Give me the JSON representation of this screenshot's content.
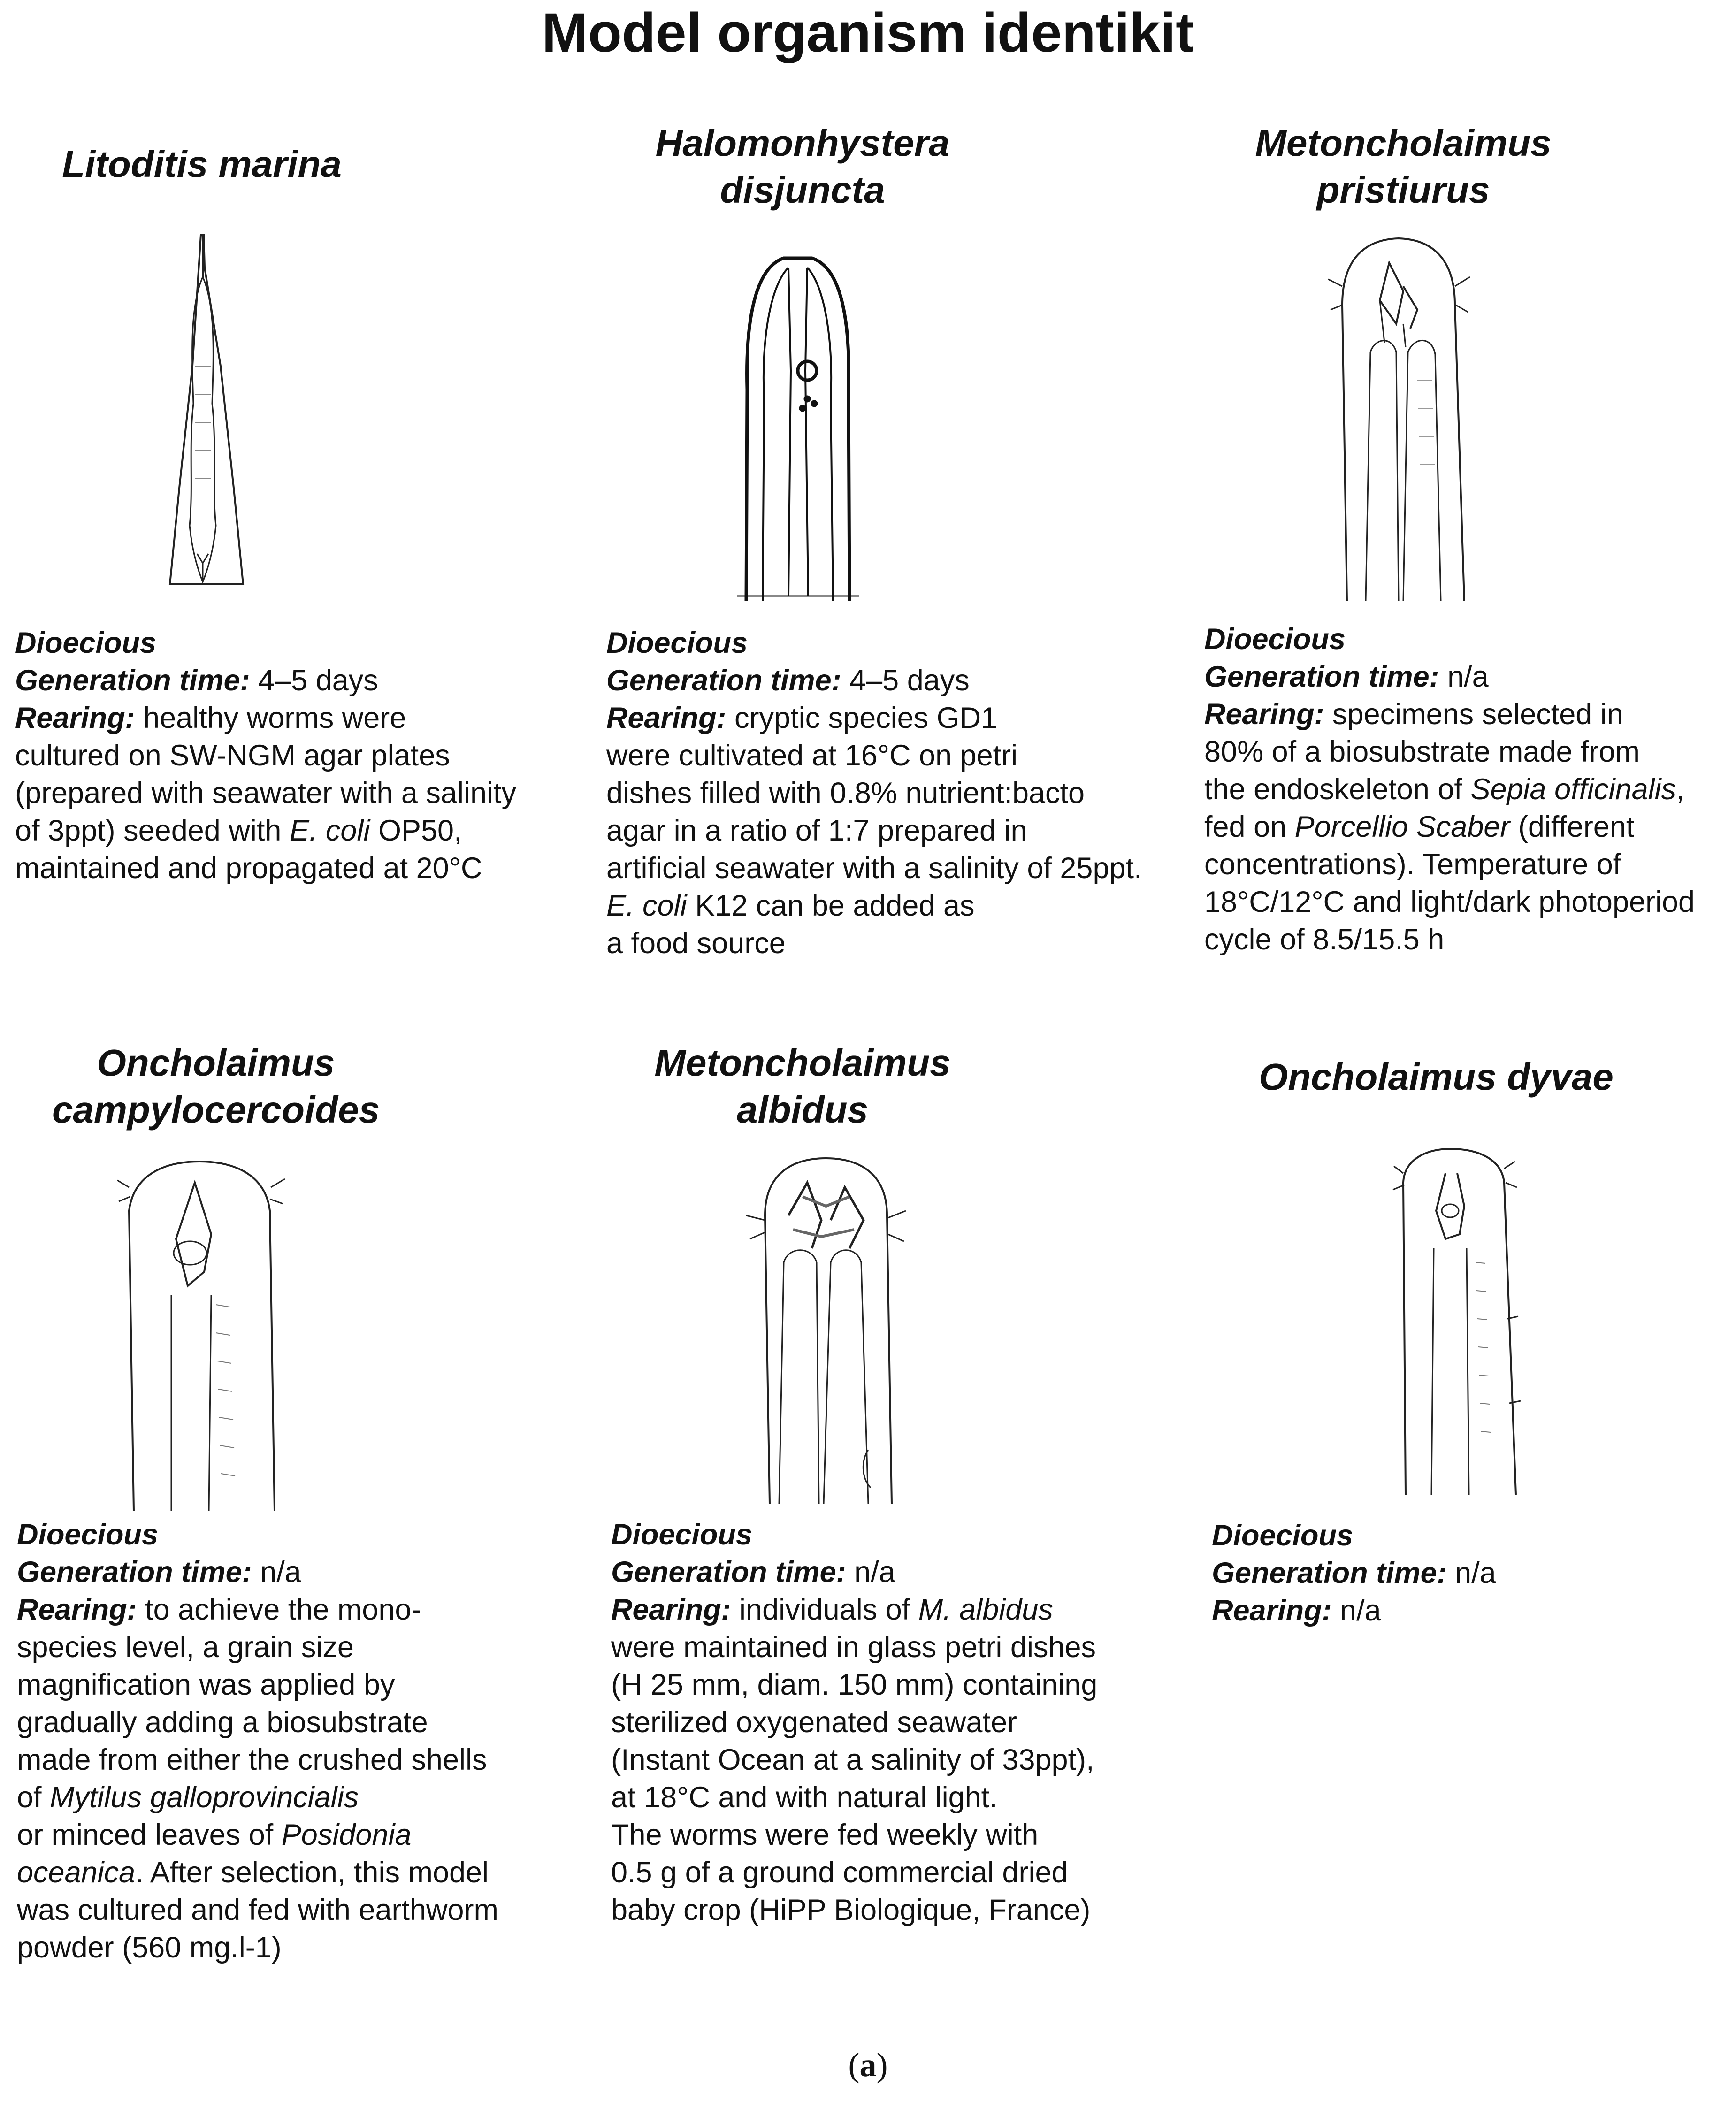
{
  "title": "Model organism identikit",
  "caption": {
    "open": "(",
    "letter": "a",
    "close": ")"
  },
  "panels": [
    {
      "name_lines": [
        "Litoditis  marina"
      ],
      "dioecious": "Dioecious",
      "gen_label": "Generation time:",
      "gen_value": " 4–5 days",
      "rear_label": "Rearing:",
      "rear_lines": [
        [
          {
            "t": " healthy worms were"
          }
        ],
        [
          {
            "t": "cultured on SW-NGM agar plates"
          }
        ],
        [
          {
            "t": "(prepared with seawater with a salinity"
          }
        ],
        [
          {
            "t": "of 3ppt) seeded with "
          },
          {
            "t": "E. coli",
            "i": true
          },
          {
            "t": " OP50,"
          }
        ],
        [
          {
            "t": "maintained and propagated at 20°C"
          }
        ]
      ]
    },
    {
      "name_lines": [
        "Halomonhystera",
        "disjuncta"
      ],
      "dioecious": "Dioecious",
      "gen_label": "Generation time:",
      "gen_value": " 4–5 days",
      "rear_label": "Rearing:",
      "rear_lines": [
        [
          {
            "t": " cryptic species GD1"
          }
        ],
        [
          {
            "t": "were cultivated at 16°C on petri"
          }
        ],
        [
          {
            "t": "dishes filled with 0.8% nutrient:bacto"
          }
        ],
        [
          {
            "t": "agar in a ratio of 1:7 prepared in"
          }
        ],
        [
          {
            "t": "artificial seawater with a salinity of 25ppt."
          }
        ],
        [
          {
            "t": "E. coli",
            "i": true
          },
          {
            "t": " K12 can be added as"
          }
        ],
        [
          {
            "t": "a food source"
          }
        ]
      ]
    },
    {
      "name_lines": [
        "Metoncholaimus",
        "pristiurus"
      ],
      "dioecious": "Dioecious",
      "gen_label": "Generation time:",
      "gen_value": " n/a",
      "rear_label": "Rearing:",
      "rear_lines": [
        [
          {
            "t": " specimens selected in"
          }
        ],
        [
          {
            "t": "80% of a biosubstrate made from"
          }
        ],
        [
          {
            "t": "the endoskeleton of "
          },
          {
            "t": "Sepia officinalis",
            "i": true
          },
          {
            "t": ","
          }
        ],
        [
          {
            "t": "fed on "
          },
          {
            "t": "Porcellio Scaber",
            "i": true
          },
          {
            "t": " (different"
          }
        ],
        [
          {
            "t": "concentrations). Temperature of"
          }
        ],
        [
          {
            "t": "18°C/12°C and light/dark photoperiod"
          }
        ],
        [
          {
            "t": "cycle of 8.5/15.5 h"
          }
        ]
      ]
    },
    {
      "name_lines": [
        "Oncholaimus",
        "campylocercoides"
      ],
      "dioecious": "Dioecious",
      "gen_label": "Generation time:",
      "gen_value": " n/a",
      "rear_label": "Rearing:",
      "rear_lines": [
        [
          {
            "t": " to achieve the mono-"
          }
        ],
        [
          {
            "t": "species level, a grain size"
          }
        ],
        [
          {
            "t": "magnification was applied by"
          }
        ],
        [
          {
            "t": "gradually adding a biosubstrate"
          }
        ],
        [
          {
            "t": "made from either the crushed shells"
          }
        ],
        [
          {
            "t": "of "
          },
          {
            "t": "Mytilus galloprovincialis",
            "i": true
          }
        ],
        [
          {
            "t": "or minced leaves of "
          },
          {
            "t": "Posidonia",
            "i": true
          }
        ],
        [
          {
            "t": "oceanica",
            "i": true
          },
          {
            "t": ". After selection, this model"
          }
        ],
        [
          {
            "t": "was cultured and fed with earthworm"
          }
        ],
        [
          {
            "t": "powder (560 mg.l-1)"
          }
        ]
      ]
    },
    {
      "name_lines": [
        "Metoncholaimus",
        "albidus"
      ],
      "dioecious": "Dioecious",
      "gen_label": "Generation time:",
      "gen_value": " n/a",
      "rear_label": "Rearing:",
      "rear_lines": [
        [
          {
            "t": " individuals of "
          },
          {
            "t": "M. albidus",
            "i": true
          }
        ],
        [
          {
            "t": "were maintained in glass petri dishes"
          }
        ],
        [
          {
            "t": "(H 25 mm, diam. 150 mm) containing"
          }
        ],
        [
          {
            "t": "sterilized oxygenated seawater"
          }
        ],
        [
          {
            "t": "(Instant Ocean at a salinity of 33ppt),"
          }
        ],
        [
          {
            "t": "at 18°C and with natural light."
          }
        ],
        [
          {
            "t": "The worms were fed weekly with"
          }
        ],
        [
          {
            "t": "0.5 g of a ground commercial dried"
          }
        ],
        [
          {
            "t": "baby crop (HiPP Biologique, France)"
          }
        ]
      ]
    },
    {
      "name_lines": [
        "Oncholaimus dyvae"
      ],
      "dioecious": "Dioecious",
      "gen_label": "Generation time:",
      "gen_value": " n/a",
      "rear_label": "Rearing:",
      "rear_lines": [
        [
          {
            "t": " n/a"
          }
        ]
      ]
    }
  ]
}
